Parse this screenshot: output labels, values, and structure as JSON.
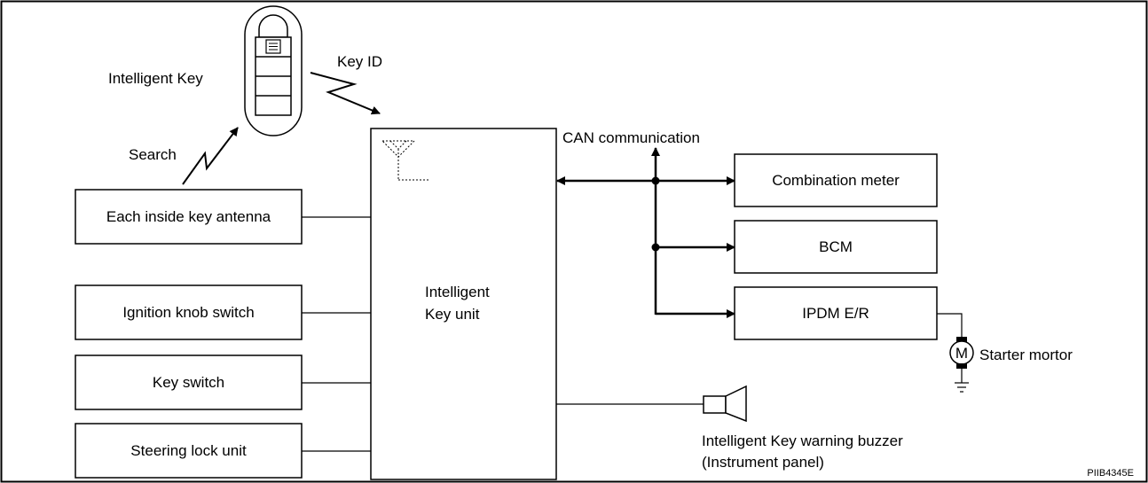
{
  "keyfob": {
    "label": "Intelligent Key",
    "icon": "intelligent-key-icon"
  },
  "signals": {
    "key_id": "Key ID",
    "search": "Search"
  },
  "central_unit": {
    "line1": "Intelligent",
    "line2": "Key unit"
  },
  "inputs": [
    {
      "label": "Each inside key antenna"
    },
    {
      "label": "Ignition knob switch"
    },
    {
      "label": "Key switch"
    },
    {
      "label": "Steering lock unit"
    }
  ],
  "can_bus": {
    "label": "CAN communication",
    "nodes": [
      {
        "label": "Combination meter"
      },
      {
        "label": "BCM"
      },
      {
        "label": "IPDM E/R"
      }
    ]
  },
  "starter": {
    "symbol": "M",
    "label": "Starter mortor",
    "icon": "motor-icon"
  },
  "buzzer": {
    "line1": "Intelligent Key warning buzzer",
    "line2": "(Instrument panel)",
    "icon": "buzzer-icon"
  },
  "figure_code": "PIIB4345E"
}
